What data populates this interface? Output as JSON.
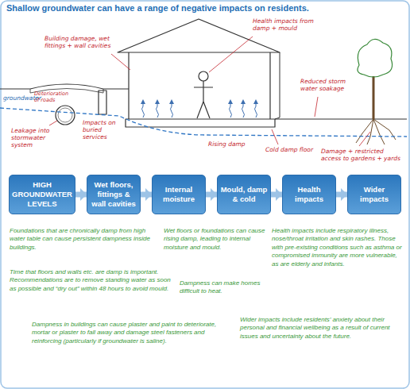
{
  "diagram": {
    "title": "Shallow groundwater can have a range of negative impacts on residents.",
    "nodes": [
      {
        "text": [
          "HIGH GROUNDWATER LEVELS"
        ]
      },
      {
        "text": [
          "Wet floors, fittings & wall cavities"
        ]
      },
      {
        "text": [
          "Internal moisture"
        ]
      },
      {
        "text": [
          "Mould, damp & cold"
        ]
      },
      {
        "text": [
          "Health impacts"
        ]
      },
      {
        "text": [
          "Wider impacts"
        ]
      }
    ],
    "edges": [
      {
        "from": 0,
        "to": 1,
        "arrow": "to"
      },
      {
        "from": 1,
        "to": 2,
        "arrow": "to"
      },
      {
        "from": 2,
        "to": 3,
        "arrow": "to"
      },
      {
        "from": 3,
        "to": 4,
        "arrow": "to"
      },
      {
        "from": 4,
        "to": 5,
        "arrow": "to"
      }
    ],
    "labels": [
      "Health impacts from damp + mould",
      "Building damage, wet fittings + wall cavities",
      "Reduced storm water soakage",
      "groundwater",
      "Deterioration of roads",
      "Leakage into stormwater system",
      "Impacts on buried services",
      "Rising damp",
      "Cold damp floor",
      "Damage + restricted access to gardens + yards",
      "Foundations that are chronically damp from high water table can cause persistent dampness inside buildings.",
      "Wet floors or foundations can cause rising damp, leading to internal moisture and mould.",
      "Health impacts include respiratory illness, nose/throat irritation and skin rashes. Those with pre-existing conditions such as asthma or compromised immunity are more vulnerable, as are elderly and infants.",
      "Time that floors and walls etc. are damp is important. Recommendations are to remove standing water as soon as possible and “dry out” within 48 hours to avoid mould.",
      "Dampness can make homes difficult to heat.",
      "Dampness in buildings can cause plaster and paint to deteriorate, mortar or plaster to fall away and damage steel fasteners and reinforcing (particularly if groundwater is saline).",
      "Wider impacts include residents’ anxiety about their personal and financial wellbeing as a result of current issues and uncertainty about the future."
    ]
  }
}
